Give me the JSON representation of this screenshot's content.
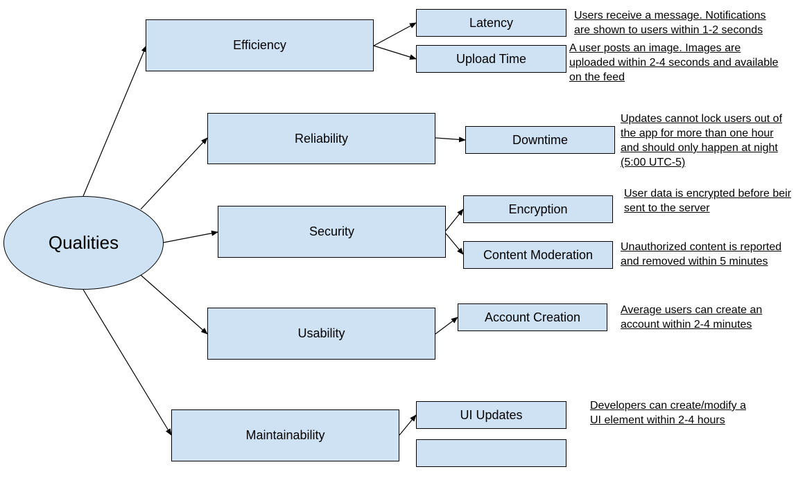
{
  "root": {
    "label": "Qualities"
  },
  "qualities": [
    {
      "label": "Efficiency",
      "scenarios": [
        {
          "label": "Latency",
          "note": "Users receive a message. Notifications\nare shown to users within 1-2 seconds"
        },
        {
          "label": "Upload Time",
          "note": "A user posts an image. Images are\nuploaded within 2-4 seconds and available\non the feed"
        }
      ]
    },
    {
      "label": "Reliability",
      "scenarios": [
        {
          "label": "Downtime",
          "note": "Updates cannot lock users out of\nthe app for more than one hour\nand should only happen at night\n(5:00 UTC-5)"
        }
      ]
    },
    {
      "label": "Security",
      "scenarios": [
        {
          "label": "Encryption",
          "note": "User data is encrypted before beir\nsent to the server"
        },
        {
          "label": "Content Moderation",
          "note": "Unauthorized content is reported\nand removed within 5 minutes"
        }
      ]
    },
    {
      "label": "Usability",
      "scenarios": [
        {
          "label": "Account Creation",
          "note": "Average users can create an\naccount within 2-4 minutes"
        }
      ]
    },
    {
      "label": "Maintainability",
      "scenarios": [
        {
          "label": "UI Updates",
          "note": "Developers can create/modify a\nUI element within 2-4 hours"
        },
        {
          "label": "",
          "note": ""
        }
      ]
    }
  ]
}
